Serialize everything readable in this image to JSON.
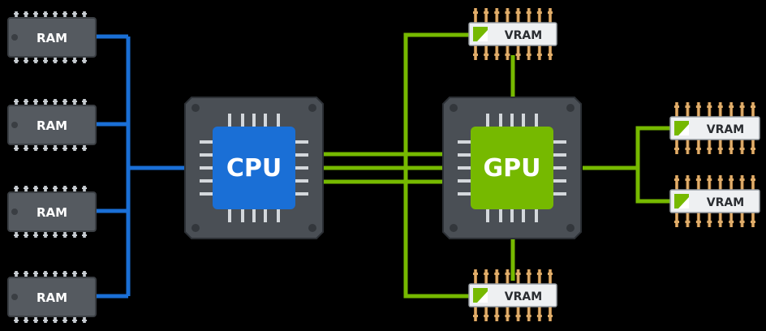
{
  "colors": {
    "background": "#000000",
    "ram_bus": "#1a6fd6",
    "gpu_bus": "#76b900",
    "cpu_die": "#1a6fd6",
    "gpu_die": "#76b900",
    "package": "#4a4f55",
    "pin_silver": "#b9bec4",
    "pin_gold": "#d9a35a",
    "vram_body": "#eef0f2"
  },
  "icons": {
    "vram_logo": "green-slash-logo-icon"
  },
  "ram_modules": [
    {
      "label": "RAM"
    },
    {
      "label": "RAM"
    },
    {
      "label": "RAM"
    },
    {
      "label": "RAM"
    }
  ],
  "cpu": {
    "label": "CPU"
  },
  "gpu": {
    "label": "GPU"
  },
  "vram_modules": [
    {
      "label": "VRAM"
    },
    {
      "label": "VRAM"
    },
    {
      "label": "VRAM"
    },
    {
      "label": "VRAM"
    }
  ]
}
